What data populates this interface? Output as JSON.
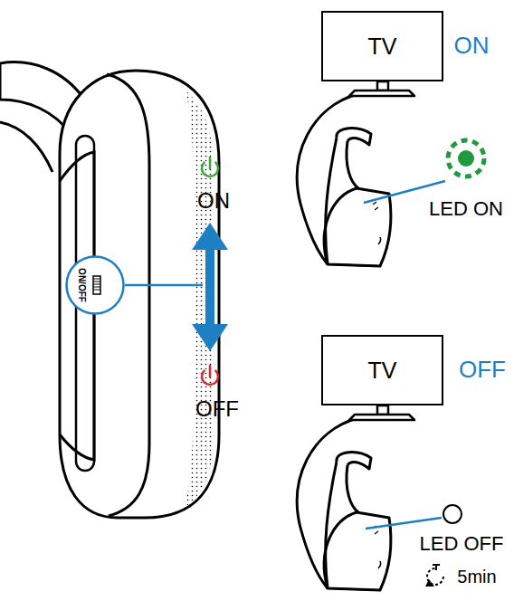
{
  "diagram": {
    "nodes": [
      {
        "text": [
          "ON/OFF"
        ]
      },
      {
        "text": [
          "TV"
        ]
      },
      {
        "text": [
          "TV"
        ]
      }
    ],
    "labels": [
      "ON",
      "OFF",
      "ON",
      "LED ON",
      "OFF",
      "LED OFF",
      "5min"
    ]
  }
}
